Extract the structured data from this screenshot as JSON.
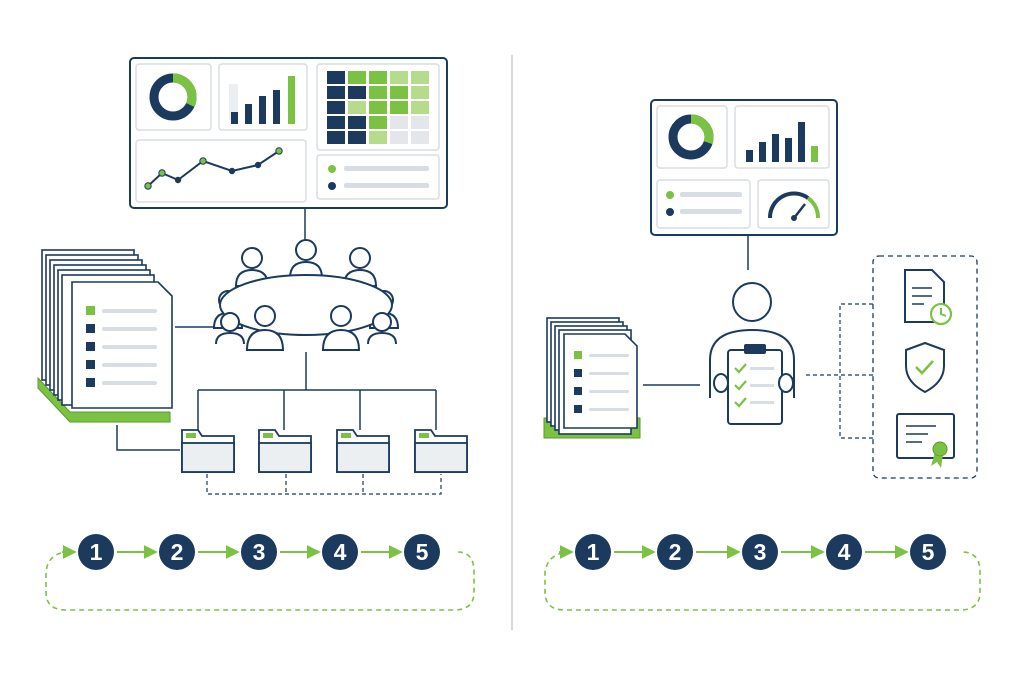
{
  "colors": {
    "navy": "#1b3a5e",
    "green": "#7cc242",
    "light_green": "#b5dc8a",
    "pale_green": "#dff0cc",
    "gray": "#d8dde3",
    "light_gray": "#eceff2",
    "divider": "#c8ccd0"
  },
  "left_panel": {
    "dashboard": [
      "donut-chart-icon",
      "bar-chart-icon",
      "heatmap-icon",
      "line-chart-icon",
      "legend-list-icon"
    ],
    "center": "meeting-table-icon",
    "left": "document-stack-icon",
    "bottom": "folder-icon",
    "folder_count": 4,
    "steps": [
      {
        "number": "1"
      },
      {
        "number": "2"
      },
      {
        "number": "3"
      },
      {
        "number": "4"
      },
      {
        "number": "5"
      }
    ]
  },
  "right_panel": {
    "dashboard": [
      "donut-chart-icon",
      "bar-chart-icon",
      "legend-list-icon",
      "gauge-icon"
    ],
    "center": "person-with-clipboard-icon",
    "left": "document-stack-icon",
    "right_group": [
      "document-clock-icon",
      "shield-check-icon",
      "certificate-icon"
    ],
    "steps": [
      {
        "number": "1"
      },
      {
        "number": "2"
      },
      {
        "number": "3"
      },
      {
        "number": "4"
      },
      {
        "number": "5"
      }
    ]
  }
}
